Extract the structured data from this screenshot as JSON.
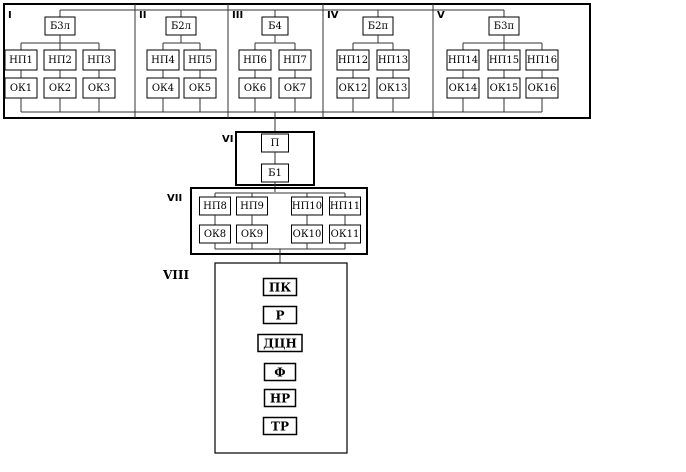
{
  "diagram": {
    "sections": [
      {
        "id": "I",
        "label": "I",
        "head": "Б3л",
        "units": [
          {
            "np": "НП1",
            "ok": "ОК1"
          },
          {
            "np": "НП2",
            "ok": "ОК2"
          },
          {
            "np": "НП3",
            "ok": "ОК3"
          }
        ]
      },
      {
        "id": "II",
        "label": "II",
        "head": "Б2л",
        "units": [
          {
            "np": "НП4",
            "ok": "ОК4"
          },
          {
            "np": "НП5",
            "ok": "ОК5"
          }
        ]
      },
      {
        "id": "III",
        "label": "III",
        "head": "Б4",
        "units": [
          {
            "np": "НП6",
            "ok": "ОК6"
          },
          {
            "np": "НП7",
            "ok": "ОК7"
          }
        ]
      },
      {
        "id": "IV",
        "label": "IV",
        "head": "Б2п",
        "units": [
          {
            "np": "НП12",
            "ok": "ОК12"
          },
          {
            "np": "НП13",
            "ok": "ОК13"
          }
        ]
      },
      {
        "id": "V",
        "label": "V",
        "head": "Б3п",
        "units": [
          {
            "np": "НП14",
            "ok": "ОК14"
          },
          {
            "np": "НП15",
            "ok": "ОК15"
          },
          {
            "np": "НП16",
            "ok": "ОК16"
          }
        ]
      }
    ],
    "section_vi": {
      "label": "VI",
      "nodes": [
        "П",
        "Б1"
      ]
    },
    "section_vii": {
      "label": "VII",
      "units": [
        {
          "np": "НП8",
          "ok": "ОК8"
        },
        {
          "np": "НП9",
          "ok": "ОК9"
        },
        {
          "np": "НП10",
          "ok": "ОК10"
        },
        {
          "np": "НП11",
          "ok": "ОК11"
        }
      ]
    },
    "section_viii": {
      "label": "VIII",
      "nodes": [
        "ПК",
        "Р",
        "ДЦН",
        "Ф",
        "НР",
        "ТР"
      ]
    }
  }
}
